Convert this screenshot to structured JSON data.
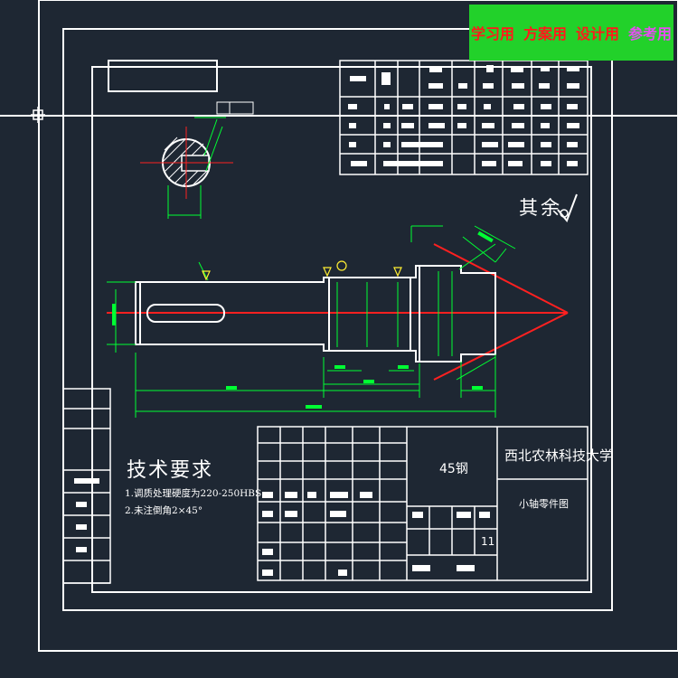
{
  "banner": {
    "items": [
      {
        "label": "学习用",
        "color": "#ff1a1a"
      },
      {
        "label": "方案用",
        "color": "#ff1a1a"
      },
      {
        "label": "设计用",
        "color": "#ff1a1a"
      },
      {
        "label": "参考用",
        "color": "#e64df2"
      }
    ],
    "background": "#22d12a"
  },
  "drawing": {
    "roughness_note": "其余",
    "tech_req_title": "技术要求",
    "tech_req_lines": [
      "1.调质处理硬度为220-250HBS",
      "2.未注倒角2×45°"
    ],
    "material": "45钢",
    "school": "西北农林科技大学",
    "part_name": "小轴零件图",
    "sheet_value": "11"
  },
  "colors": {
    "background": "#1e2733",
    "line": "#ffffff",
    "dimension": "#00ff33",
    "centerline": "#ff2020",
    "symbol_yellow": "#ffee33"
  }
}
